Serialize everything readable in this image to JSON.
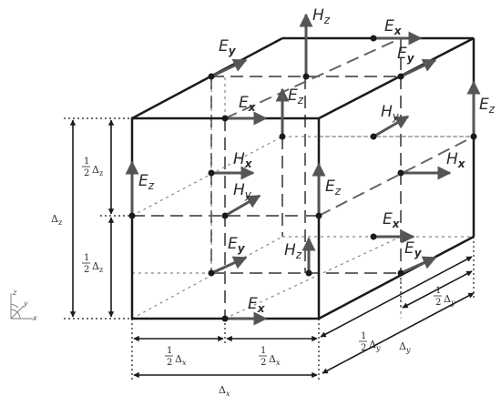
{
  "field_labels": {
    "ex": "E",
    "ex_sub": "x",
    "ey": "E",
    "ey_sub": "y",
    "ez": "E",
    "ez_sub": "z",
    "hx": "H",
    "hx_sub": "x",
    "hy": "H",
    "hy_sub": "y",
    "hz": "H",
    "hz_sub": "z"
  },
  "dimensions": {
    "half": "1",
    "half_den": "2",
    "delta": "Δ",
    "dx_sub": "x",
    "dy_sub": "y",
    "dz_sub": "z"
  },
  "axis_indicator": {
    "z": "z",
    "y": "y",
    "x": "x"
  },
  "colors": {
    "line": "#1a1a1a",
    "arrow": "#555555",
    "dashed": "#666666",
    "text": "#2b2b2b"
  }
}
